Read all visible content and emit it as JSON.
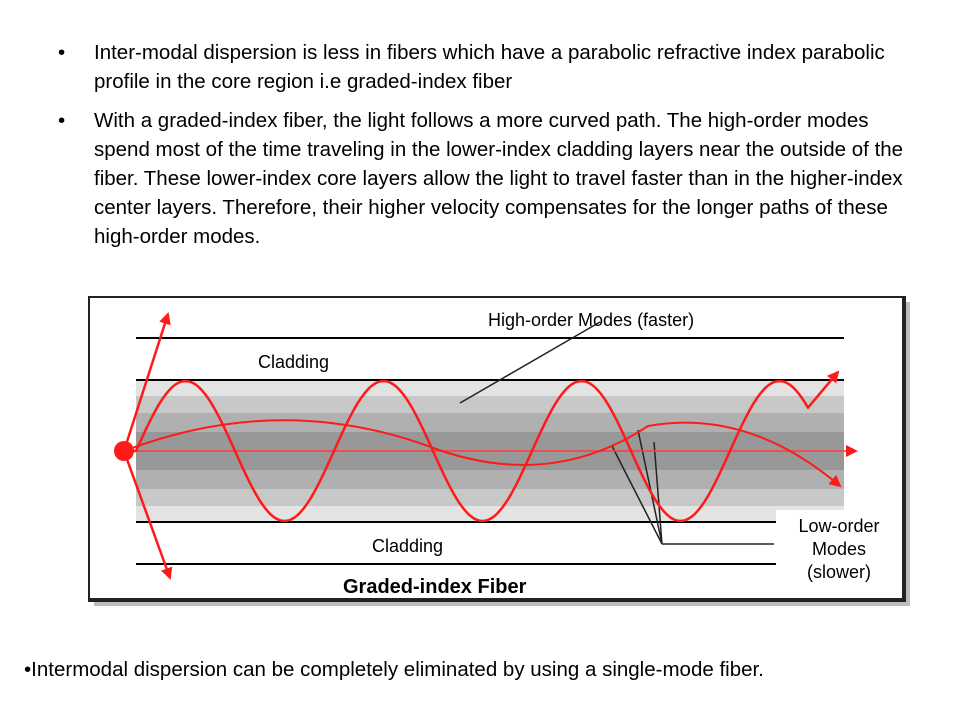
{
  "bullets": [
    {
      "marker": "•",
      "text": "Inter-modal dispersion is less in fibers which have a parabolic refractive index parabolic profile in the core region i.e graded-index fiber"
    },
    {
      "marker": "•",
      "text": "With a graded-index fiber, the light follows a more curved path. The high-order modes spend most of the time traveling in the lower-index cladding layers near the outside of the fiber. These lower-index core layers allow the light to travel faster than in the higher-index center layers. Therefore, their higher velocity compensates for the longer paths of these high-order modes."
    }
  ],
  "diagram": {
    "label_high_order": "High-order Modes (faster)",
    "label_cladding_top": "Cladding",
    "label_cladding_bottom": "Cladding",
    "label_low_order_1": "Low-order",
    "label_low_order_2": "Modes",
    "label_low_order_3": "(slower)",
    "title": "Graded-index Fiber",
    "colors": {
      "ray": "#ff1a1a",
      "axis": "#ff3b3b",
      "core_outer": "#e3e3e3",
      "core_mid": "#c8c8c8",
      "core_inner": "#b0b0b0",
      "core_center": "#989898",
      "frame": "#222222"
    }
  },
  "footer": "•Intermodal dispersion can be completely eliminated by using a single-mode fiber."
}
